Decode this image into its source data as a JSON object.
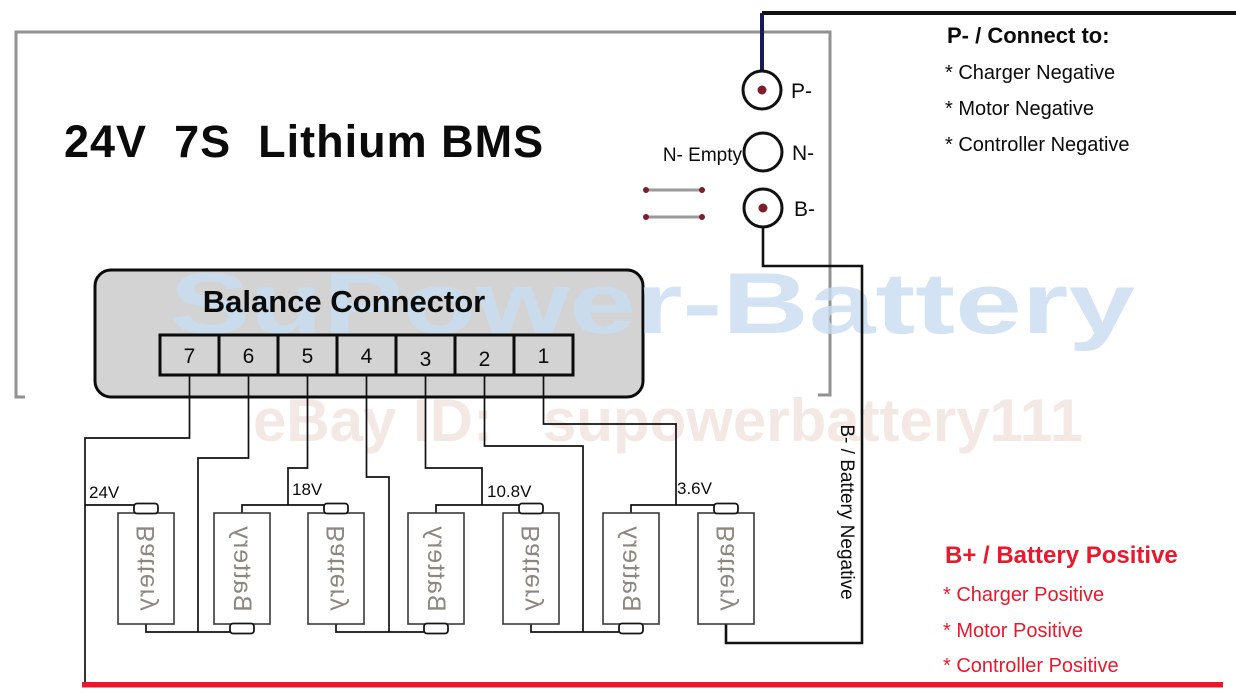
{
  "title": "24V  7S  Lithium BMS",
  "watermark": {
    "line1": "SuPower-Battery",
    "line2": "eBay ID:   supowerbattery111"
  },
  "terminals": {
    "p_label": "P-",
    "n_label": "N-",
    "b_label": "B-",
    "n_note": "N- Empty"
  },
  "p_block": {
    "heading": "P- / Connect to:",
    "items": [
      "* Charger Negative",
      "* Motor Negative",
      "* Controller Negative"
    ]
  },
  "b_block": {
    "heading": "B+ / Battery Positive",
    "items": [
      "* Charger Positive",
      "* Motor Positive",
      "* Controller Positive"
    ]
  },
  "balance_connector": {
    "label": "Balance Connector",
    "pins": [
      "7",
      "6",
      "5",
      "4",
      "3",
      "2",
      "1"
    ]
  },
  "batteries": [
    "Battery",
    "Battery",
    "Battery",
    "Battery",
    "Battery",
    "Battery",
    "Battery"
  ],
  "voltage_labels": [
    "24V",
    "18V",
    "10.8V",
    "3.6V"
  ],
  "b_wire_label": "B- / Battery Negative",
  "colors": {
    "red": "#e8192c",
    "navy": "#1a1a52",
    "frame_gray": "#919191",
    "jumper_gray": "#9a9a9a",
    "terminal_dot": "#7a1f2b",
    "connector_fill": "#d3d3d3",
    "battery_text": "#8d8781",
    "watermark_blue": "#c9ddf1",
    "watermark_pink": "#f3e6e3"
  }
}
